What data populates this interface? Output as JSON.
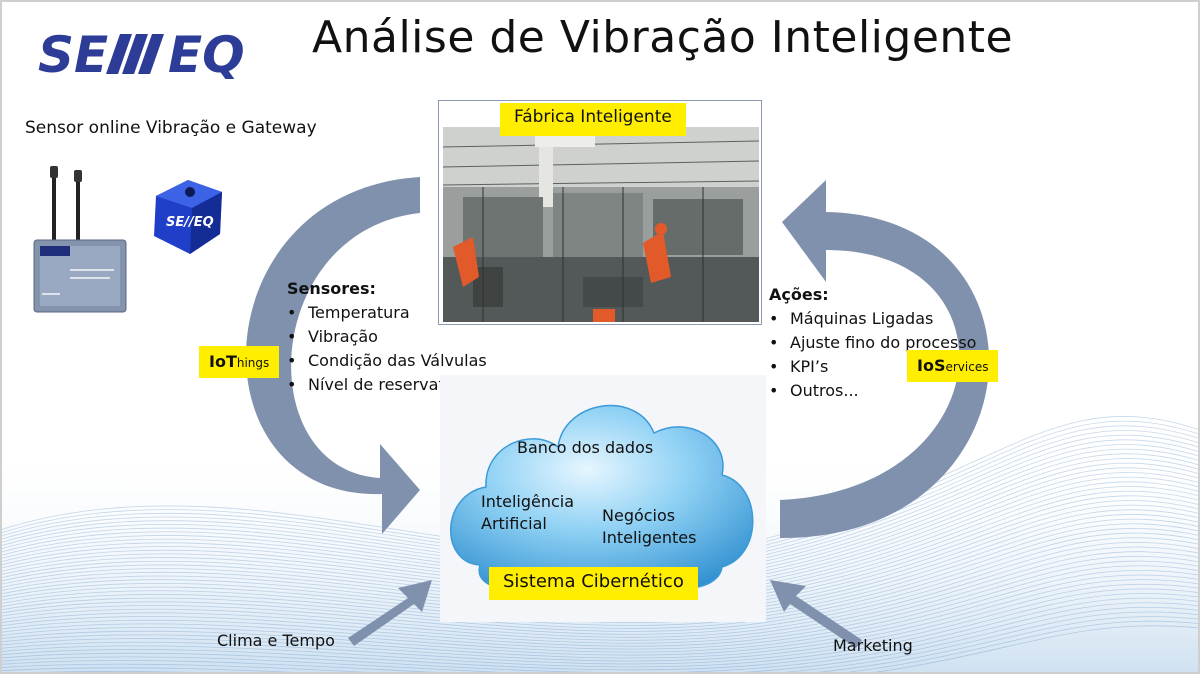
{
  "title": "Análise de Vibração Inteligente",
  "logo": {
    "text": "SEMEQ",
    "color": "#2d3c96"
  },
  "sensor_caption": "Sensor online Vibração e Gateway",
  "factory": {
    "label": "Fábrica Inteligente"
  },
  "sensores": {
    "heading": "Sensores:",
    "items": [
      "Temperatura",
      "Vibração",
      "Condição das Válvulas",
      "Nível de reservatório"
    ]
  },
  "acoes": {
    "heading": "Ações:",
    "items": [
      "Máquinas Ligadas",
      "Ajuste fino do processo",
      "KPI’s",
      "Outros..."
    ]
  },
  "iot_badge": {
    "strong": "IoT",
    "small": "hings"
  },
  "ios_badge": {
    "strong": "IoS",
    "small": "ervices"
  },
  "cloud": {
    "banco": "Banco dos dados",
    "ia_line1": "Inteligência",
    "ia_line2": "Artificial",
    "negocios_line1": "Negócios",
    "negocios_line2": "Inteligentes",
    "sistema": "Sistema Cibernético"
  },
  "inputs": {
    "clima": "Clima e Tempo",
    "marketing": "Marketing"
  },
  "colors": {
    "highlight": "#ffee00",
    "arrow": "#7f91ad",
    "cloud": "#5fb6e8",
    "brand": "#2d3c96"
  }
}
